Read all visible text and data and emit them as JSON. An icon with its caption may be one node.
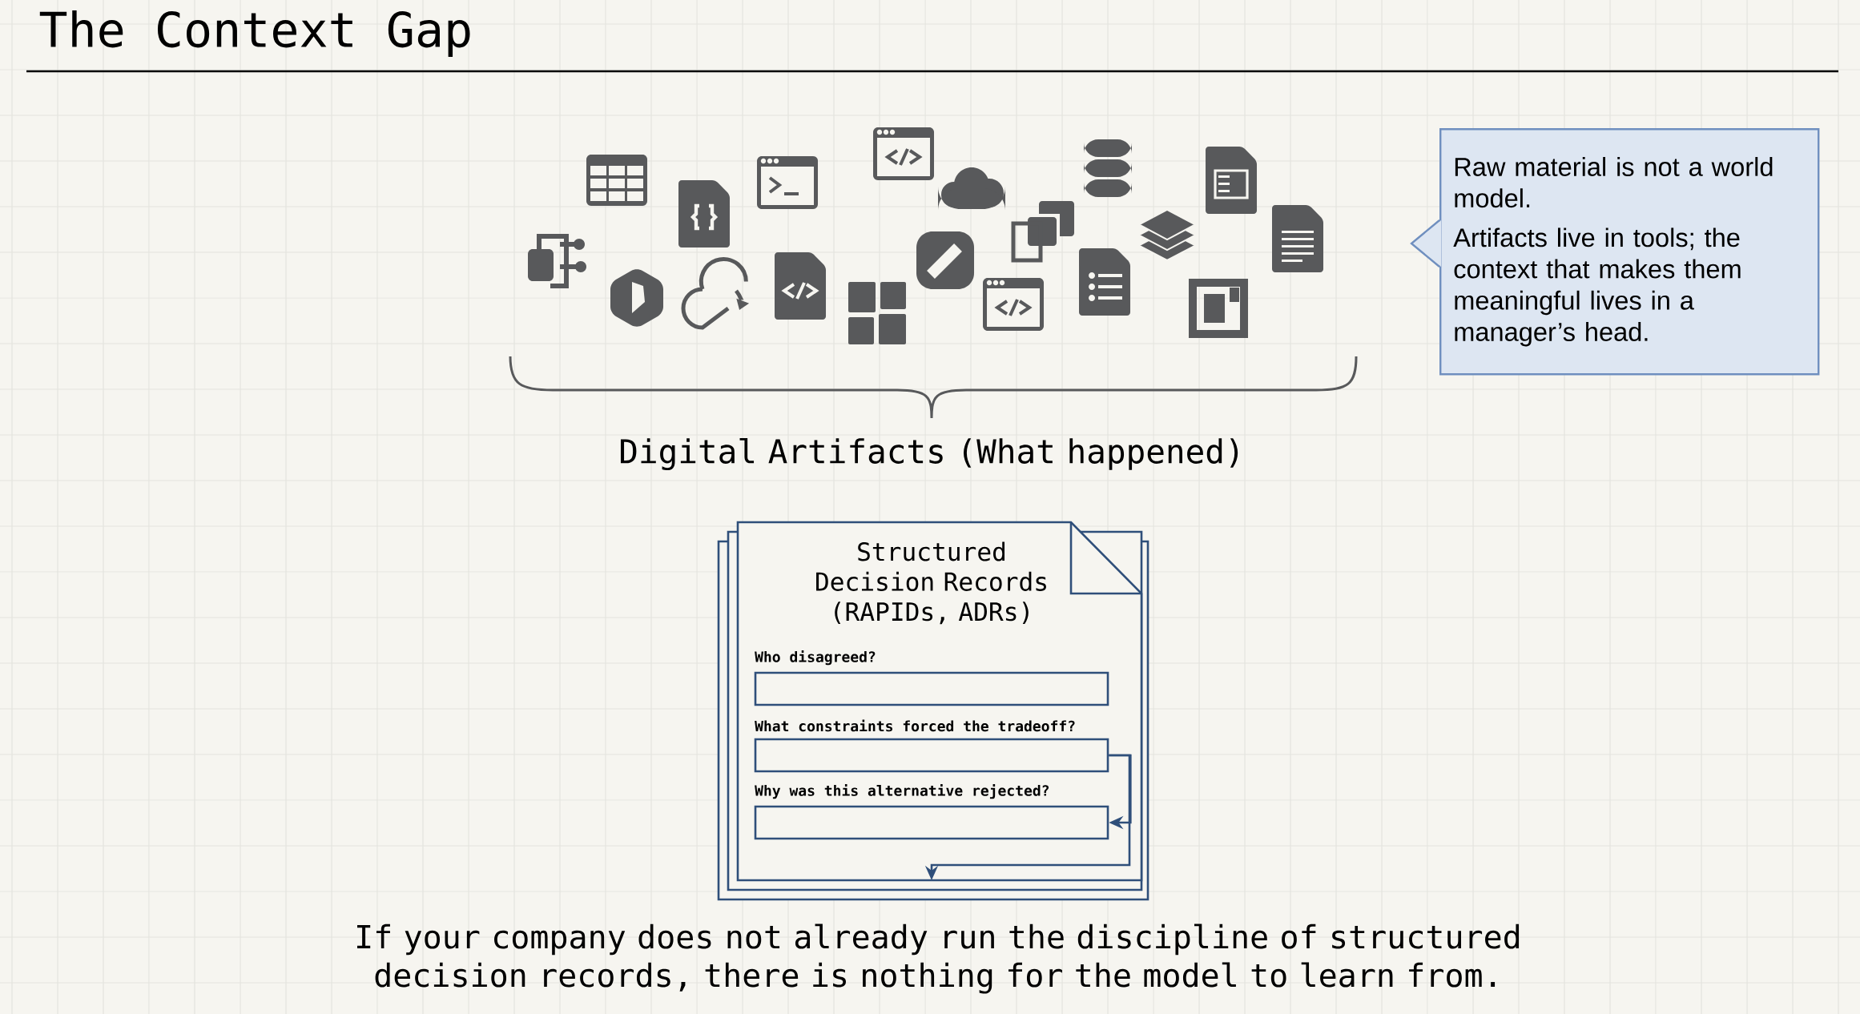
{
  "diagram": {
    "title": "The Context Gap",
    "nodes": [
      {
        "text": [
          "Structured Decision Records (RAPIDs, ADRs)"
        ]
      },
      {
        "text": [
          "Who disagreed?"
        ],
        "in": 0
      },
      {
        "text": [
          "What constraints forced the tradeoff?"
        ],
        "in": 0
      },
      {
        "text": [
          "Why was this alternative rejected?"
        ],
        "in": 0
      },
      {
        "text": [
          "Raw material is not a world model.",
          "Artifacts live in tools; the context that makes them meaningful lives in a manager’s head."
        ]
      }
    ],
    "edges": [
      {
        "from": 2,
        "to": 3,
        "arrow": "to"
      },
      {
        "from": 2,
        "to": null,
        "arrow": "to"
      }
    ],
    "labels": [
      "Digital Artifacts (What happened)",
      "If your company does not already run the discipline of structured decision records, there is nothing for the model to learn from."
    ]
  }
}
